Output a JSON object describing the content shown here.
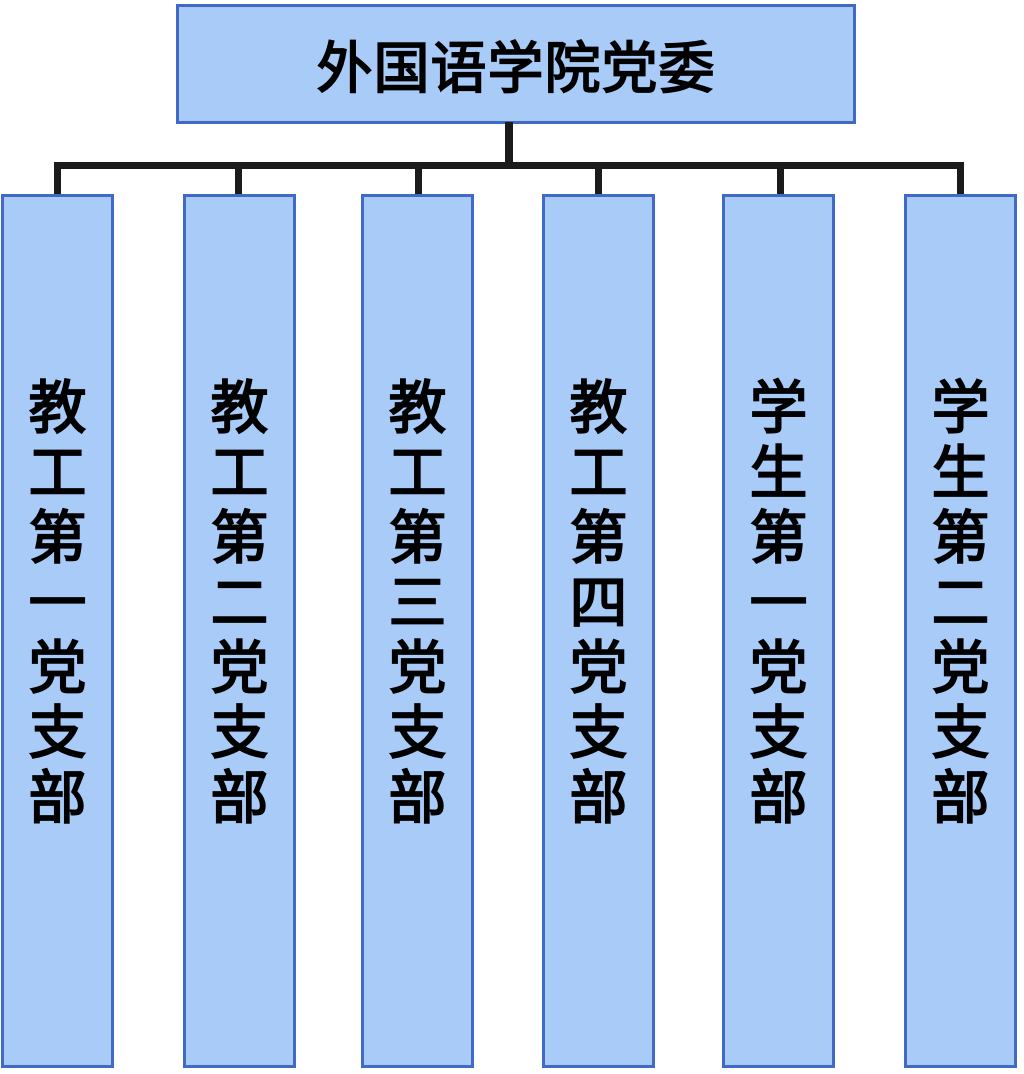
{
  "diagram": {
    "type": "org-chart",
    "root": {
      "label": "外国语学院党委"
    },
    "branches": [
      {
        "label": "教工第一党支部"
      },
      {
        "label": "教工第二党支部"
      },
      {
        "label": "教工第三党支部"
      },
      {
        "label": "教工第四党支部"
      },
      {
        "label": "学生第一党支部"
      },
      {
        "label": "学生第二党支部"
      }
    ],
    "colors": {
      "box_fill": "#a9cbf8",
      "box_border": "#4169c8",
      "connector": "#1b1b1b",
      "text": "#000000",
      "background": "#ffffff"
    }
  }
}
